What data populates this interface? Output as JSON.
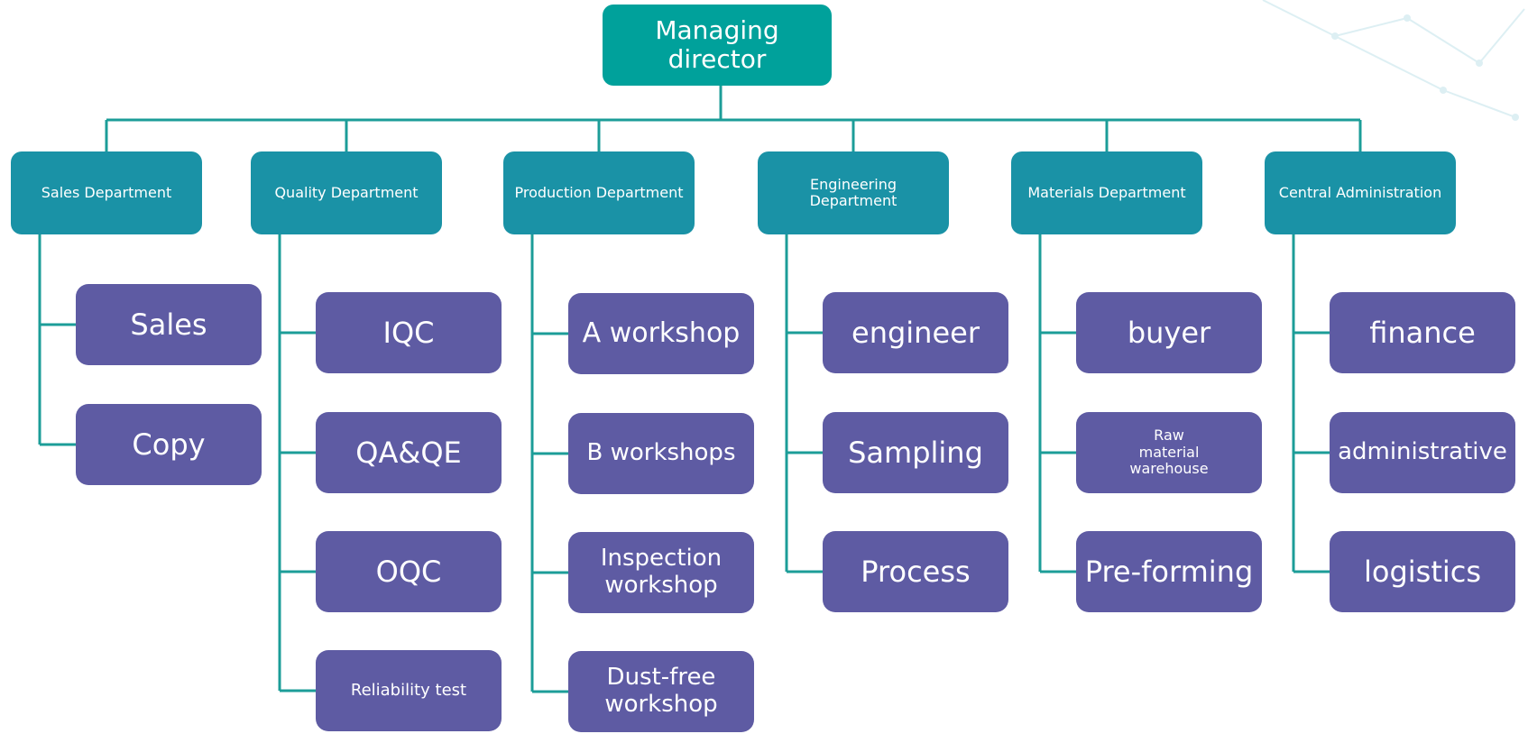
{
  "root": {
    "label": "Managing\ndirector"
  },
  "departments": [
    {
      "label": "Sales Department",
      "children": [
        "Sales",
        "Copy"
      ]
    },
    {
      "label": "Quality Department",
      "children": [
        "IQC",
        "QA&QE",
        "OQC",
        "Reliability test"
      ]
    },
    {
      "label": "Production Department",
      "children": [
        "A workshop",
        "B workshops",
        "Inspection\nworkshop",
        "Dust-free\nworkshop"
      ]
    },
    {
      "label": "Engineering Department",
      "children": [
        "engineer",
        "Sampling",
        "Process"
      ]
    },
    {
      "label": "Materials Department",
      "children": [
        "buyer",
        "Raw\nmaterial\nwarehouse",
        "Pre-forming"
      ]
    },
    {
      "label": "Central Administration",
      "children": [
        "finance",
        "administrative",
        "logistics"
      ]
    }
  ],
  "colors": {
    "root": "#00a19b",
    "department": "#1a92a6",
    "child": "#5e5ba3",
    "connector": "#1c9d98"
  }
}
